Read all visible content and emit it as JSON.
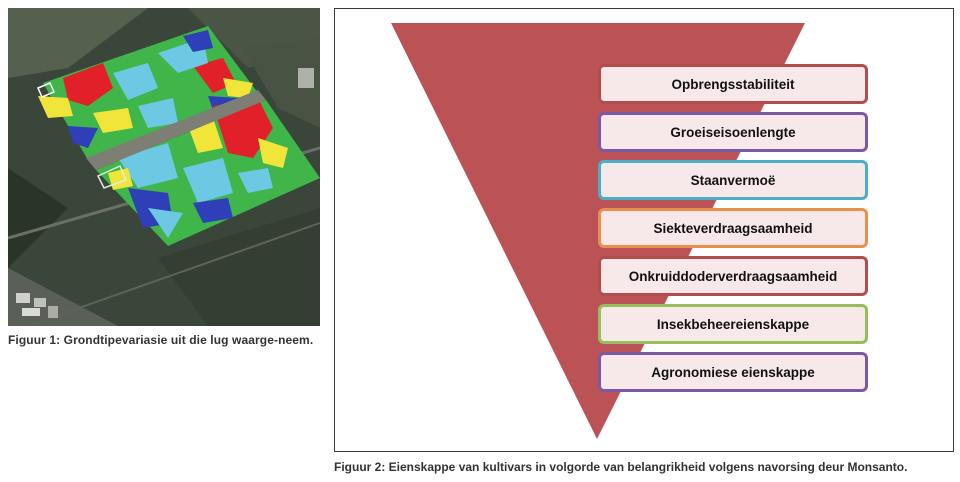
{
  "figure1": {
    "caption": "Figuur 1: Grondtipevariasie uit die lug waarge-neem.",
    "zone_colors": {
      "high": "#e2202a",
      "mid_high": "#f2e53a",
      "medium": "#3fb54a",
      "low": "#6cc8e3",
      "very_low": "#2e3fb8"
    }
  },
  "figure2": {
    "caption": "Figuur 2: Eienskappe van kultivars in volgorde van belangrikheid volgens navorsing deur Monsanto.",
    "triangle_color": "#bb5255",
    "traits": [
      {
        "label": "Opbrengsstabiliteit",
        "color": "#b34b50"
      },
      {
        "label": "Groeiseisoenlengte",
        "color": "#7a5aa6"
      },
      {
        "label": "Staanvermoë",
        "color": "#4aaec8"
      },
      {
        "label": "Siekteverdraagsaamheid",
        "color": "#ec8f4c"
      },
      {
        "label": "Onkruiddoderverdraagsaamheid",
        "color": "#b34b50"
      },
      {
        "label": "Insekbeheereienskappe",
        "color": "#96bf5a"
      },
      {
        "label": "Agronomiese eienskappe",
        "color": "#7a5aa6"
      }
    ]
  }
}
